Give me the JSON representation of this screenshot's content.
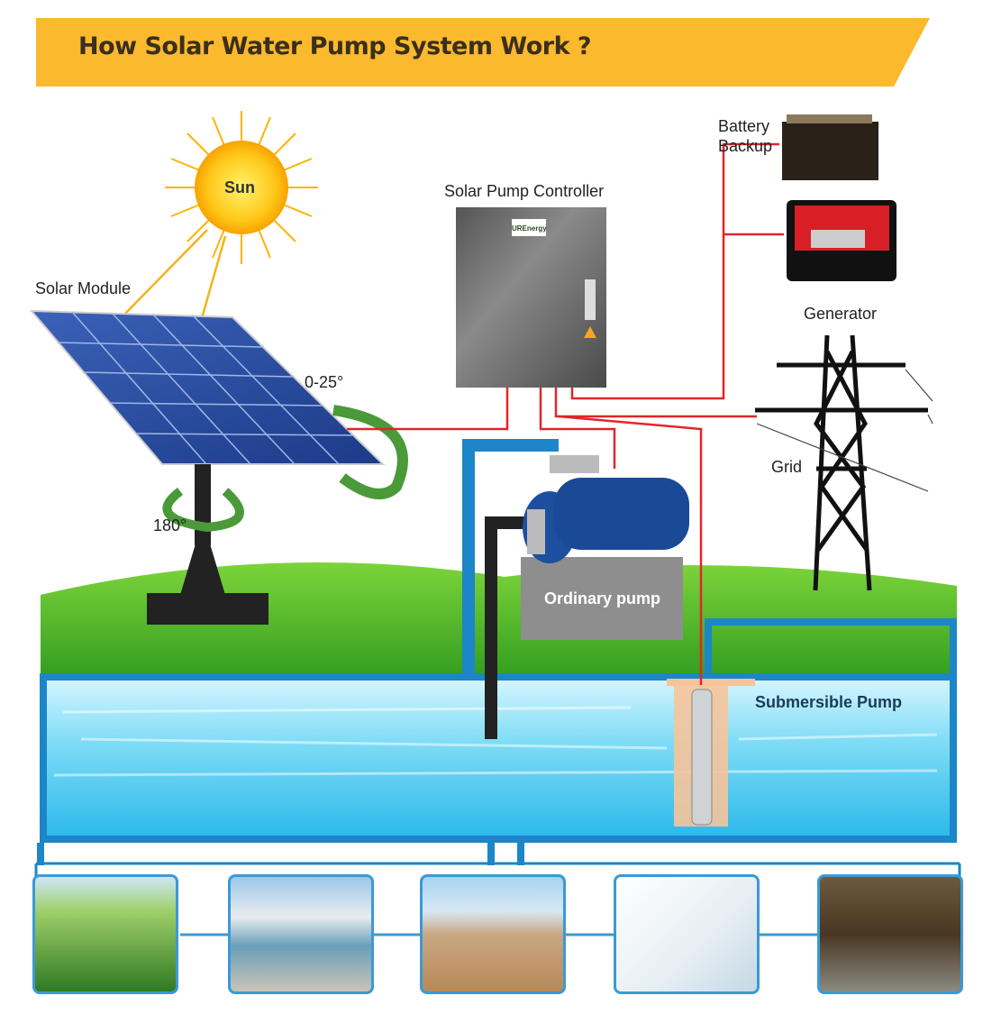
{
  "title": "How Solar Water Pump System Work ?",
  "labels": {
    "sun": "Sun",
    "solar_module": "Solar Module",
    "tilt": "0-25°",
    "rotation": "180°",
    "controller": "Solar Pump Controller",
    "controller_logo": "UREnergy",
    "battery": "Battery Backup",
    "generator": "Generator",
    "grid": "Grid",
    "ordinary_pump": "Ordinary pump",
    "submersible_pump": "Submersible Pump"
  },
  "colors": {
    "banner": "#FBB92E",
    "wire": "#E0262B",
    "pipe": "#1C86C8",
    "grass": "#4DB82B",
    "water": "#5ED0F2"
  }
}
